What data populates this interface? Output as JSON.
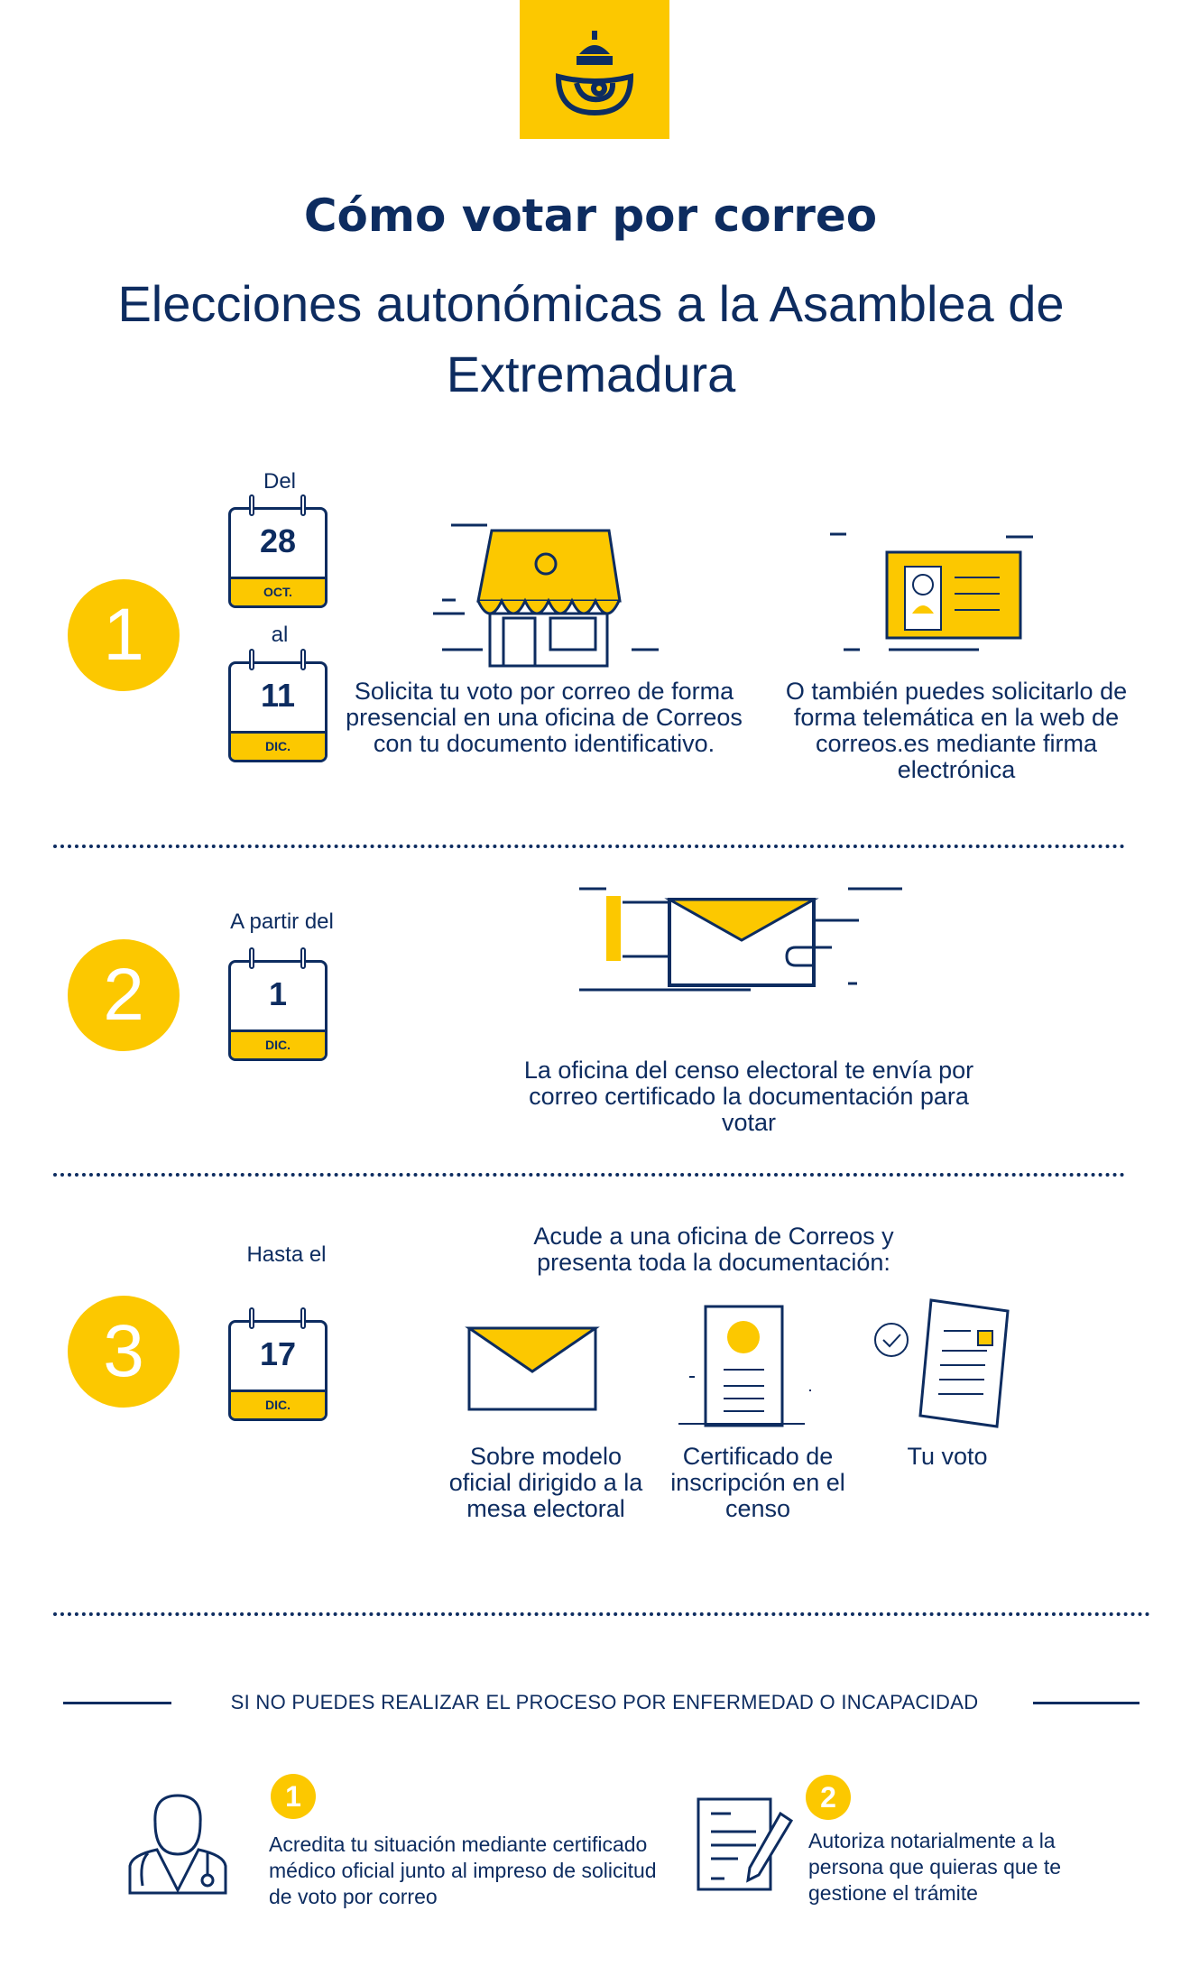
{
  "header": {
    "title": "Cómo votar por correo",
    "subtitle": "Elecciones autonómicas a la Asamblea de Extremadura"
  },
  "colors": {
    "navy": "#0d2c60",
    "yellow": "#fcc800"
  },
  "step1": {
    "number": "1",
    "from_label": "Del",
    "from_day": "28",
    "from_month": "OCT.",
    "to_label": "al",
    "to_day": "11",
    "to_month": "DIC.",
    "option_office": "Solicita tu voto por correo de forma presencial en una oficina de Correos con tu documento identificativo.",
    "option_online": "O también puedes solicitarlo de forma telemática en la web de correos.es mediante firma electrónica"
  },
  "step2": {
    "number": "2",
    "label": "A partir del",
    "day": "1",
    "month": "DIC.",
    "text": "La oficina del censo electoral te envía por correo certificado la documentación para votar"
  },
  "step3": {
    "number": "3",
    "label": "Hasta el",
    "day": "17",
    "month": "DIC.",
    "heading": "Acude a una oficina de Correos y presenta toda la documentación:",
    "items": [
      "Sobre modelo oficial dirigido a la mesa electoral",
      "Certificado de inscripción en el censo",
      "Tu voto"
    ]
  },
  "illness": {
    "heading": "SI NO PUEDES REALIZAR EL PROCESO POR ENFERMEDAD O INCAPACIDAD",
    "items": [
      {
        "number": "1",
        "text": "Acredita tu situación mediante certificado médico oficial junto al impreso de solicitud de voto por correo"
      },
      {
        "number": "2",
        "text": "Autoriza notarialmente a la persona que quieras que te gestione el trámite"
      }
    ]
  }
}
